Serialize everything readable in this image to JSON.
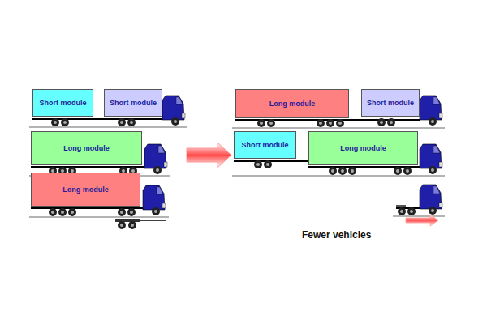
{
  "diagram": {
    "nodes": [
      {
        "text": [
          "Short module"
        ]
      },
      {
        "text": [
          "Short module"
        ]
      },
      {
        "text": [
          "Long module"
        ]
      },
      {
        "text": [
          "Long module"
        ]
      },
      {
        "text": [
          "Long module"
        ]
      },
      {
        "text": [
          "Short module"
        ]
      },
      {
        "text": [
          "Short module"
        ]
      },
      {
        "text": [
          "Long module"
        ]
      }
    ],
    "labels": [
      "Fewer vehicles"
    ]
  }
}
